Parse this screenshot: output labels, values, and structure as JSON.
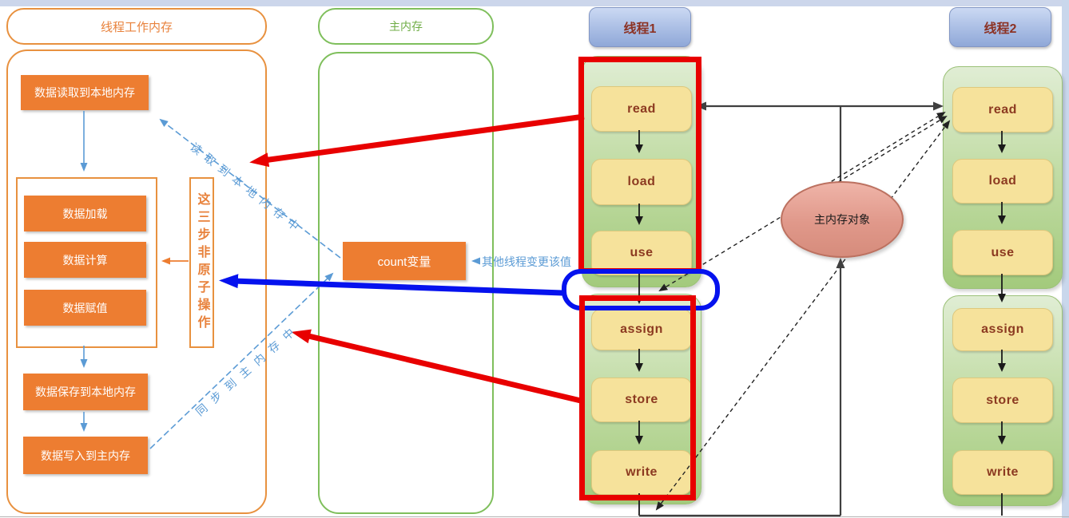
{
  "left_panel": {
    "title": "线程工作内存",
    "boxes": {
      "read_local": "数据读取到本地内存",
      "save_local": "数据保存到本地内存",
      "write_main": "数据写入到主内存"
    },
    "steps": [
      "数据加载",
      "数据计算",
      "数据赋值"
    ],
    "note": "这三步非原子操作"
  },
  "main_memory": {
    "title": "主内存",
    "count_label": "count变量"
  },
  "annotations": {
    "read_to_local": "读取到本地内存中",
    "sync_to_main": "同步到主内存中",
    "other_thread": "其他线程变更该值"
  },
  "threads": [
    {
      "title": "线程1",
      "steps": [
        "read",
        "load",
        "use",
        "assign",
        "store",
        "write"
      ]
    },
    {
      "title": "线程2",
      "steps": [
        "read",
        "load",
        "use",
        "assign",
        "store",
        "write"
      ]
    }
  ],
  "main_memory_object": {
    "label": "主内存对象"
  },
  "colors": {
    "orange": "#ED7D31",
    "orange-border": "#E8913F",
    "green-border": "#7FBF5C",
    "green-text": "#70AD47",
    "blue-annotation": "#5B9BD5",
    "red-highlight": "#E80000",
    "blue-highlight": "#0512EE",
    "step-text": "#8C3A21",
    "thread-header-text": "#8C3224"
  }
}
